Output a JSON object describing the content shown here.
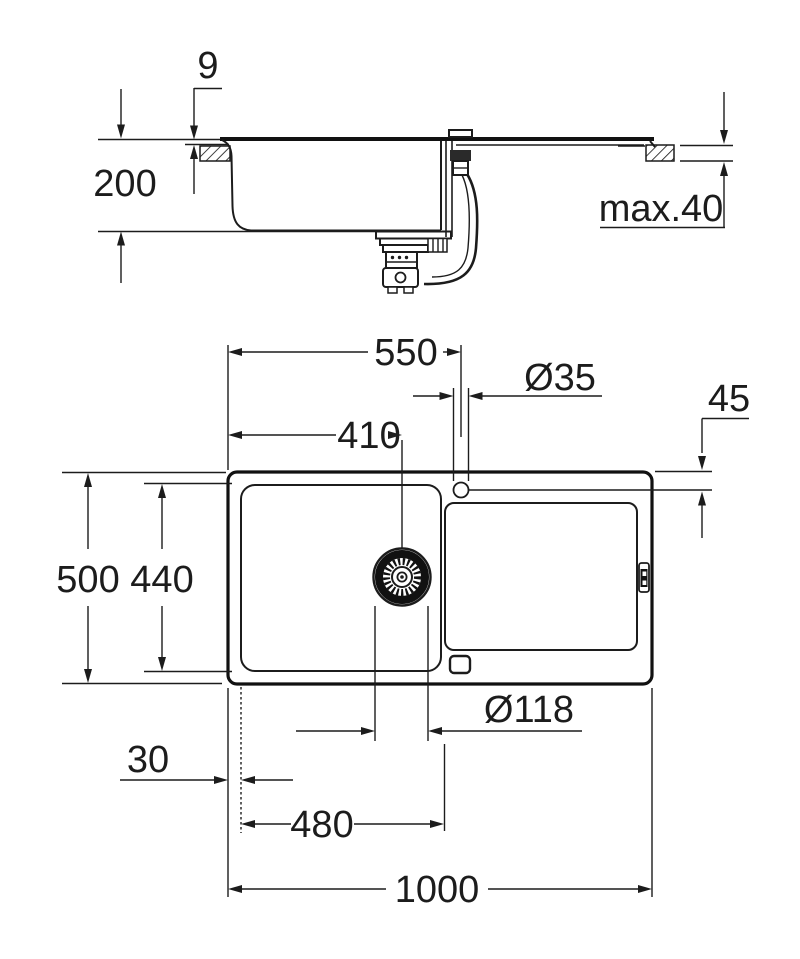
{
  "colors": {
    "ink": "#1c1c1c",
    "background": "#ffffff"
  },
  "dimensions": {
    "side": {
      "rim_above_counter": "9",
      "bowl_depth": "200",
      "countertop_max_thickness": "max.40"
    },
    "plan": {
      "faucet_center_from_left": "550",
      "drain_center_from_left": "410",
      "faucet_hole_diameter": "Ø35",
      "faucet_center_from_back": "45",
      "overall_depth": "500",
      "bowl_inner_depth": "440",
      "drain_flange_diameter": "Ø118",
      "bowl_offset_from_left": "30",
      "bowl_inner_width": "480",
      "overall_width": "1000"
    }
  }
}
